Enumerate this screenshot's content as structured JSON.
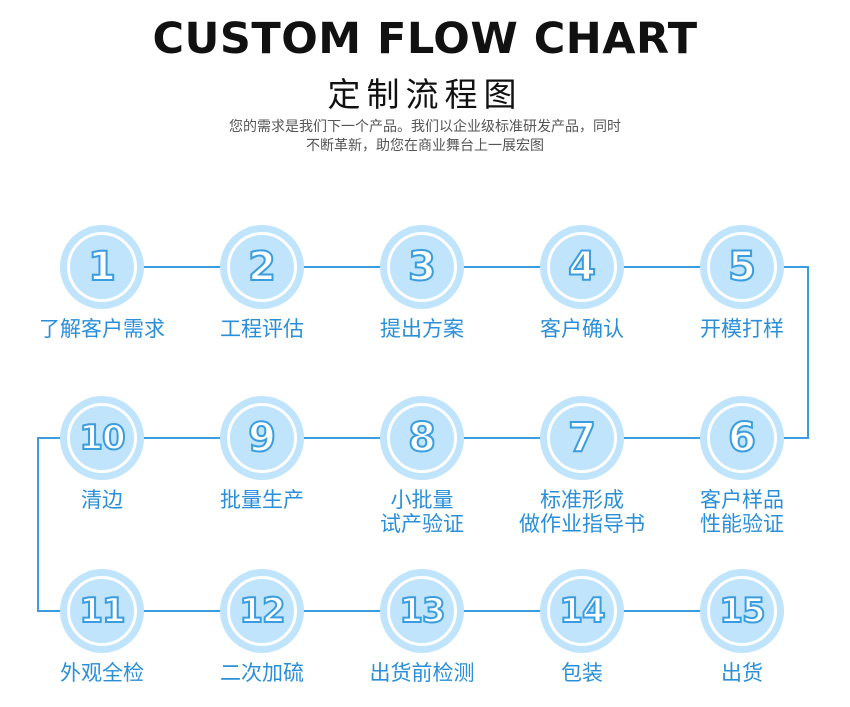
{
  "header": {
    "title_en": "CUSTOM FLOW CHART",
    "title_cn": "定制流程图",
    "subtitle_line1": "您的需求是我们下一个产品。我们以企业级标准研发产品，同时",
    "subtitle_line2": "不断革新，助您在商业舞台上一展宏图"
  },
  "colors": {
    "accent": "#3a9de0",
    "circle_fill": "#bfe4fb",
    "label": "#2a8fd8",
    "line": "#3a9de0"
  },
  "steps": [
    {
      "num": "1",
      "label1": "了解客户需求",
      "label2": ""
    },
    {
      "num": "2",
      "label1": "工程评估",
      "label2": ""
    },
    {
      "num": "3",
      "label1": "提出方案",
      "label2": ""
    },
    {
      "num": "4",
      "label1": "客户确认",
      "label2": ""
    },
    {
      "num": "5",
      "label1": "开模打样",
      "label2": ""
    },
    {
      "num": "6",
      "label1": "客户样品",
      "label2": "性能验证"
    },
    {
      "num": "7",
      "label1": "标准形成",
      "label2": "做作业指导书"
    },
    {
      "num": "8",
      "label1": "小批量",
      "label2": "试产验证"
    },
    {
      "num": "9",
      "label1": "批量生产",
      "label2": ""
    },
    {
      "num": "10",
      "label1": "清边",
      "label2": ""
    },
    {
      "num": "11",
      "label1": "外观全检",
      "label2": ""
    },
    {
      "num": "12",
      "label1": "二次加硫",
      "label2": ""
    },
    {
      "num": "13",
      "label1": "出货前检测",
      "label2": ""
    },
    {
      "num": "14",
      "label1": "包装",
      "label2": ""
    },
    {
      "num": "15",
      "label1": "出货",
      "label2": ""
    }
  ]
}
